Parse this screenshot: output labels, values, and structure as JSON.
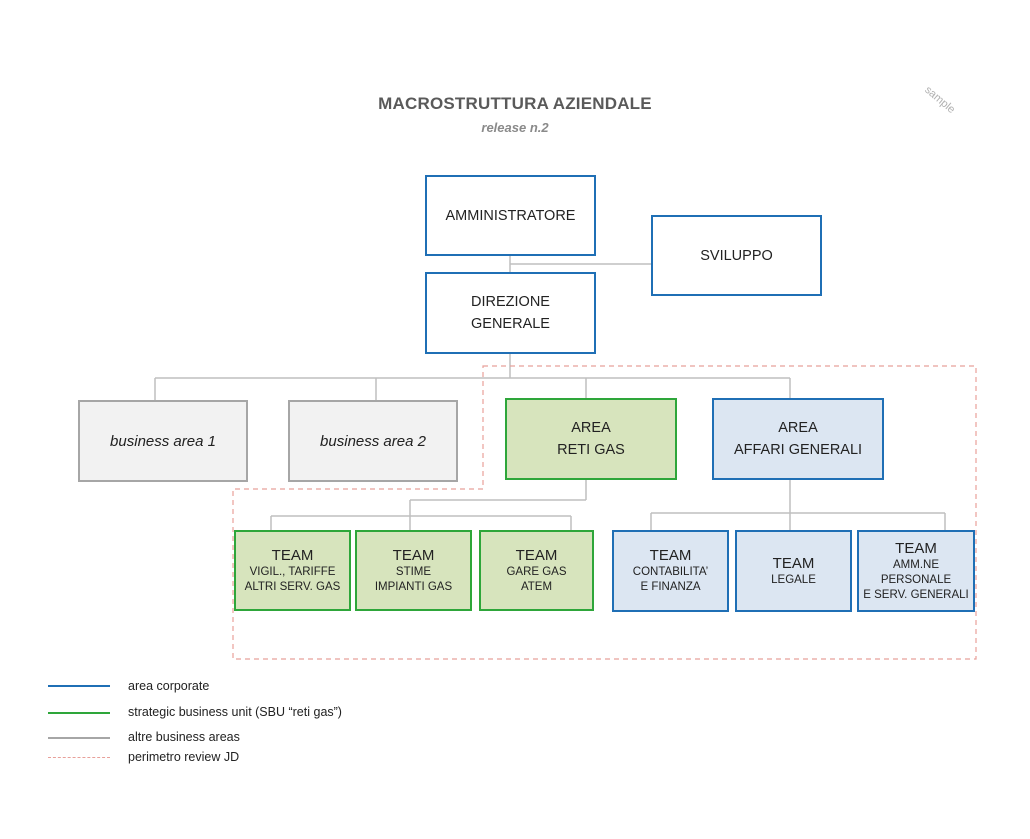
{
  "title": "MACROSTRUTTURA AZIENDALE",
  "subtitle": "release n.2",
  "watermark": "sample",
  "nodes": {
    "amministratore": {
      "lines": [
        "AMMINISTRATORE"
      ]
    },
    "sviluppo": {
      "lines": [
        "SVILUPPO"
      ]
    },
    "direzione": {
      "lines": [
        "DIREZIONE",
        "GENERALE"
      ]
    },
    "ba1": {
      "lines": [
        "business area 1"
      ]
    },
    "ba2": {
      "lines": [
        "business area 2"
      ]
    },
    "reti_gas": {
      "lines": [
        "AREA",
        "RETI GAS"
      ]
    },
    "affari": {
      "lines": [
        "AREA",
        "AFFARI GENERALI"
      ]
    },
    "team_vigil": {
      "heading": "TEAM",
      "lines": [
        "VIGIL., TARIFFE",
        "ALTRI SERV. GAS"
      ]
    },
    "team_stime": {
      "heading": "TEAM",
      "lines": [
        "STIME",
        "IMPIANTI GAS"
      ]
    },
    "team_gare": {
      "heading": "TEAM",
      "lines": [
        "GARE GAS",
        "ATEM"
      ]
    },
    "team_contab": {
      "heading": "TEAM",
      "lines": [
        "CONTABILITA’",
        "E FINANZA"
      ]
    },
    "team_legale": {
      "heading": "TEAM",
      "lines": [
        "LEGALE"
      ]
    },
    "team_amm": {
      "heading": "TEAM",
      "lines": [
        "AMM.NE",
        "PERSONALE",
        "E SERV. GENERALI"
      ]
    }
  },
  "legend": [
    {
      "label": "area corporate",
      "color": "#1f6fb5",
      "style": "solid"
    },
    {
      "label": "strategic business unit (SBU “reti gas”)",
      "color": "#2ea63a",
      "style": "solid"
    },
    {
      "label": "altre business  areas",
      "color": "#a6a6a6",
      "style": "solid"
    },
    {
      "label": "perimetro review JD",
      "color": "#e8a09a",
      "style": "dashed"
    }
  ],
  "colors": {
    "corporate": "#1f6fb5",
    "sbu": "#2ea63a",
    "other": "#a6a6a6",
    "perimeter": "#e8a09a",
    "connector": "#bfbfbf"
  }
}
